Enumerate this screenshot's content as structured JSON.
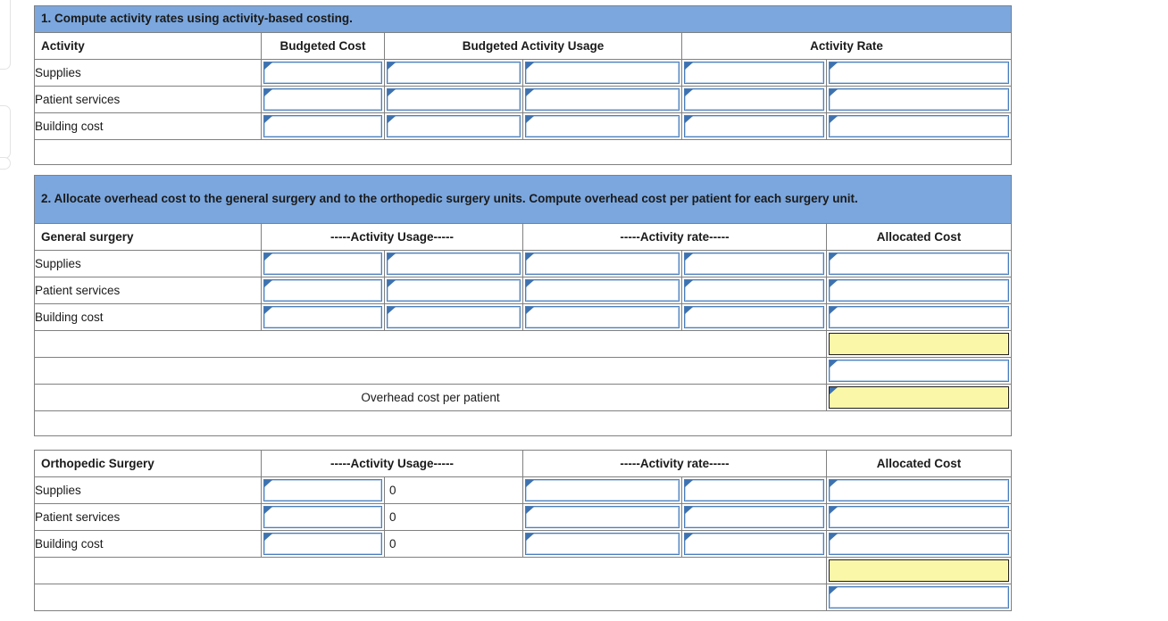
{
  "document": {
    "type": "worksheet",
    "accent_header_color": "#7BA7DE",
    "input_border_color": "#4A7EBB",
    "highlight_color": "#FBF7A8"
  },
  "section1": {
    "title": "1. Compute activity rates using activity-based costing.",
    "headers": {
      "activity": "Activity",
      "budgeted_cost": "Budgeted Cost",
      "budgeted_activity_usage": "Budgeted Activity Usage",
      "activity_rate": "Activity Rate"
    },
    "rows": [
      {
        "label": "Supplies"
      },
      {
        "label": "Patient services"
      },
      {
        "label": "Building cost"
      }
    ]
  },
  "section2": {
    "title": "2. Allocate overhead cost to the general surgery and to the orthopedic surgery units. Compute overhead cost per patient for each surgery unit.",
    "general": {
      "headers": {
        "unit": "General surgery",
        "activity_usage": "-----Activity Usage-----",
        "activity_rate": "-----Activity rate-----",
        "allocated_cost": "Allocated Cost"
      },
      "rows": [
        {
          "label": "Supplies"
        },
        {
          "label": "Patient services"
        },
        {
          "label": "Building cost"
        }
      ],
      "total_row_label": "",
      "blank_row_label": "",
      "per_patient_label": "Overhead cost per patient"
    },
    "orthopedic": {
      "headers": {
        "unit": "Orthopedic Surgery",
        "activity_usage": "-----Activity Usage-----",
        "activity_rate": "-----Activity rate-----",
        "allocated_cost": "Allocated Cost"
      },
      "rows": [
        {
          "label": "Supplies",
          "usage_value": "0"
        },
        {
          "label": "Patient services",
          "usage_value": "0"
        },
        {
          "label": "Building cost",
          "usage_value": "0"
        }
      ],
      "total_row_label": "",
      "blank_row_label": ""
    }
  }
}
